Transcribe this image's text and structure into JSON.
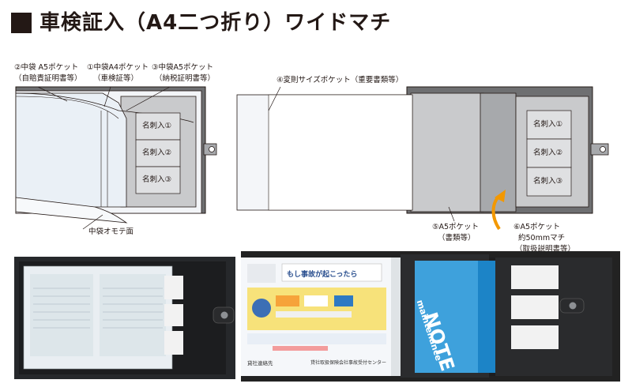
{
  "title": "車検証入（A4二つ折り）ワイドマチ",
  "labels": {
    "pocket2_a": "②中袋 A5ポケット",
    "pocket2_b": "（自賠責証明書等）",
    "pocket1_a": "①中袋A4ポケット",
    "pocket1_b": "（車検証等）",
    "pocket3_a": "③中袋A5ポケット",
    "pocket3_b": "（納税証明書等）",
    "front_face": "中袋オモテ面",
    "pocket4": "④変則サイズポケット（重要書類等）",
    "pocket5_a": "⑤A5ポケット",
    "pocket5_b": "（書類等）",
    "pocket6_a": "⑥A5ポケット",
    "pocket6_b": "約50mmマチ",
    "pocket6_c": "（取扱説明書等）"
  },
  "card_slots": [
    "名刺入①",
    "名刺入②",
    "名刺入③"
  ],
  "photo_text": {
    "accident_title": "もし事故が起こったら",
    "note_cover_1": "maintenance",
    "note_cover_2": "NOTE",
    "contact_1": "貸社連絡先",
    "contact_2": "貸社取扱保険会社事故受付センター"
  },
  "colors": {
    "title_mark": "#231815",
    "cover_dark": "#6e6f71",
    "cover_mid": "#a7a9ac",
    "pocket_light": "#eef2f6",
    "arrow": "#f39800"
  }
}
